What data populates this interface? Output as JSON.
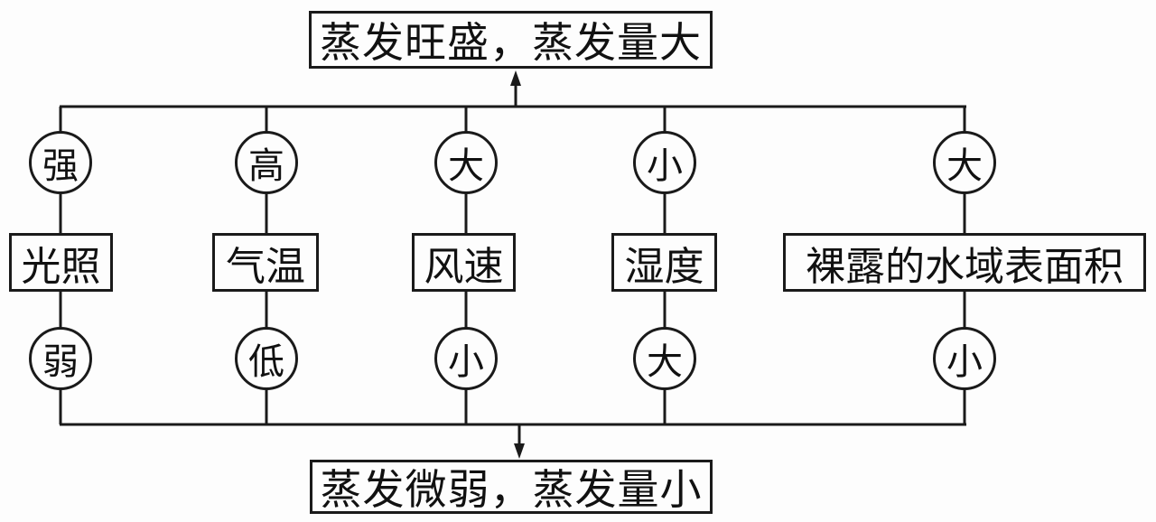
{
  "outcome_high": "蒸发旺盛，蒸发量大",
  "outcome_low": "蒸发微弱，蒸发量小",
  "factors": [
    {
      "label": "光照",
      "high": "强",
      "low": "弱"
    },
    {
      "label": "气温",
      "high": "高",
      "low": "低"
    },
    {
      "label": "风速",
      "high": "大",
      "low": "小"
    },
    {
      "label": "湿度",
      "high": "小",
      "low": "大"
    },
    {
      "label": "裸露的水域表面积",
      "high": "大",
      "low": "小"
    }
  ],
  "colors": {
    "line": "#1a1a1a",
    "background": "#fdfdfd"
  }
}
